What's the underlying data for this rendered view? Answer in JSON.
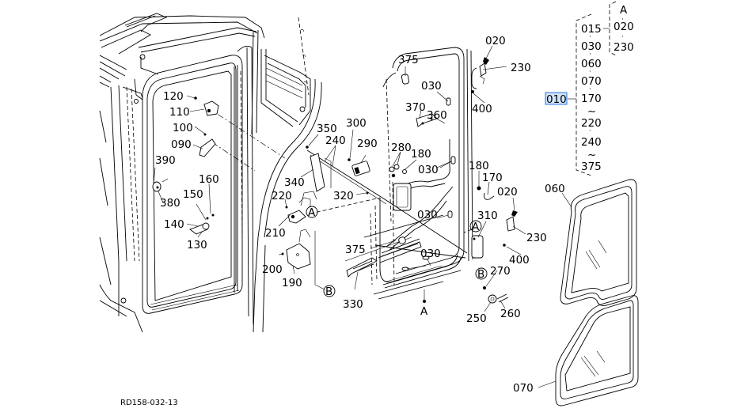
{
  "diagram": {
    "type": "exploded-parts-diagram",
    "drawing_code": "RD158-032-13",
    "callouts": [
      {
        "id": "020",
        "label": "020"
      },
      {
        "id": "230",
        "label": "230"
      },
      {
        "id": "375",
        "label": "375"
      },
      {
        "id": "030",
        "label": "030"
      },
      {
        "id": "400",
        "label": "400"
      },
      {
        "id": "370",
        "label": "370"
      },
      {
        "id": "360",
        "label": "360"
      },
      {
        "id": "120",
        "label": "120"
      },
      {
        "id": "110",
        "label": "110"
      },
      {
        "id": "100",
        "label": "100"
      },
      {
        "id": "090",
        "label": "090"
      },
      {
        "id": "390",
        "label": "390"
      },
      {
        "id": "380",
        "label": "380"
      },
      {
        "id": "160",
        "label": "160"
      },
      {
        "id": "150",
        "label": "150"
      },
      {
        "id": "140",
        "label": "140"
      },
      {
        "id": "130",
        "label": "130"
      },
      {
        "id": "350",
        "label": "350"
      },
      {
        "id": "300",
        "label": "300"
      },
      {
        "id": "240",
        "label": "240"
      },
      {
        "id": "290",
        "label": "290"
      },
      {
        "id": "280",
        "label": "280"
      },
      {
        "id": "180",
        "label": "180"
      },
      {
        "id": "340",
        "label": "340"
      },
      {
        "id": "220",
        "label": "220"
      },
      {
        "id": "320",
        "label": "320"
      },
      {
        "id": "210",
        "label": "210"
      },
      {
        "id": "200",
        "label": "200"
      },
      {
        "id": "190",
        "label": "190"
      },
      {
        "id": "330",
        "label": "330"
      },
      {
        "id": "170",
        "label": "170"
      },
      {
        "id": "310",
        "label": "310"
      },
      {
        "id": "270",
        "label": "270"
      },
      {
        "id": "250",
        "label": "250"
      },
      {
        "id": "260",
        "label": "260"
      },
      {
        "id": "060",
        "label": "060"
      },
      {
        "id": "070",
        "label": "070"
      }
    ],
    "reference_markers": {
      "a": "A",
      "b": "B"
    },
    "assembly_tree": {
      "root": {
        "label": "010",
        "highlighted": true
      },
      "main_list": [
        "015",
        "030",
        "060",
        "070",
        "170",
        "220",
        "240",
        "375"
      ],
      "main_separators": [
        "·",
        "·",
        "·",
        "·",
        "~",
        "·",
        "~"
      ],
      "sub_group": {
        "marker": "A",
        "items": [
          "020",
          "230"
        ]
      }
    },
    "highlight_color": "#2a7ae2",
    "highlight_fill": "#cfe3fb"
  }
}
